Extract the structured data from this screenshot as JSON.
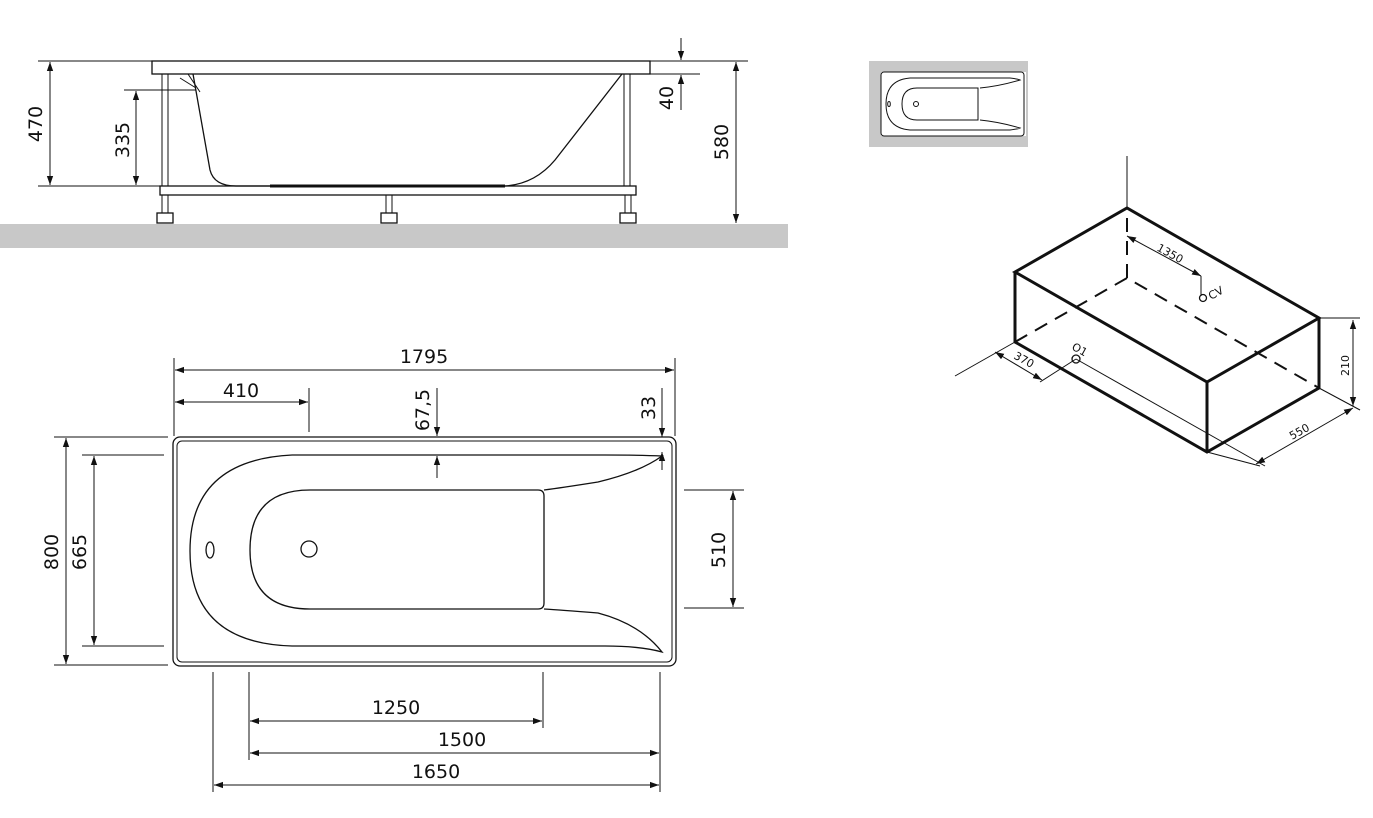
{
  "side_view": {
    "dims": {
      "d470": "470",
      "d335": "335",
      "d40": "40",
      "d580": "580"
    }
  },
  "top_view": {
    "dims": {
      "d1795": "1795",
      "d410": "410",
      "d67_5": "67,5",
      "d33": "33",
      "d800": "800",
      "d665": "665",
      "d510": "510",
      "d1250": "1250",
      "d1500": "1500",
      "d1650": "1650"
    }
  },
  "iso_view": {
    "labels": {
      "d1350": "1350",
      "cv": "CV",
      "o1": "O1",
      "d370": "370",
      "d210": "210",
      "d550": "550"
    }
  },
  "colors": {
    "floor": "#c8c8c8",
    "line": "#111111"
  }
}
